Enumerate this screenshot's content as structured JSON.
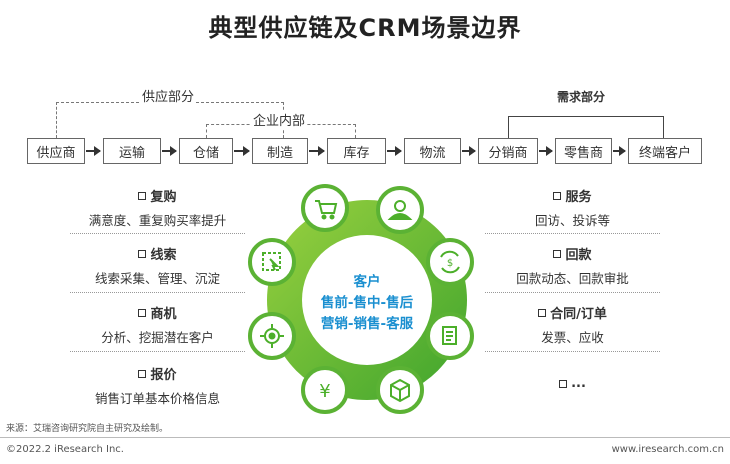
{
  "title": "典型供应链及CRM场景边界",
  "chain": [
    "供应商",
    "运输",
    "仓储",
    "制造",
    "库存",
    "物流",
    "分销商",
    "零售商",
    "终端客户"
  ],
  "brackets": {
    "supply": "供应部分",
    "internal": "企业内部",
    "demand": "需求部分"
  },
  "left_items": [
    {
      "title": "复购",
      "desc": "满意度、重复购买率提升"
    },
    {
      "title": "线索",
      "desc": "线索采集、管理、沉淀"
    },
    {
      "title": "商机",
      "desc": "分析、挖掘潜在客户"
    },
    {
      "title": "报价",
      "desc": "销售订单基本价格信息"
    }
  ],
  "right_items": [
    {
      "title": "服务",
      "desc": "回访、投诉等"
    },
    {
      "title": "回款",
      "desc": "回款动态、回款审批"
    },
    {
      "title": "合同/订单",
      "desc": "发票、应收"
    },
    {
      "title": "...",
      "desc": ""
    }
  ],
  "center": {
    "line1": "客户",
    "line2": "售前-售中-售后",
    "line3": "营销-销售-客服"
  },
  "wheel_icons": [
    "cart-icon",
    "person-icon",
    "money-cycle-icon",
    "document-icon",
    "box-icon",
    "yen-icon",
    "target-icon",
    "select-cursor-icon"
  ],
  "colors": {
    "green_dark": "#4caf2a",
    "green_light": "#8fcf3f",
    "blue_text": "#1a8fd0"
  },
  "footer": {
    "source": "来源：艾瑞咨询研究院自主研究及绘制。",
    "copyright": "©2022.2 iResearch Inc.",
    "website": "www.iresearch.com.cn"
  }
}
